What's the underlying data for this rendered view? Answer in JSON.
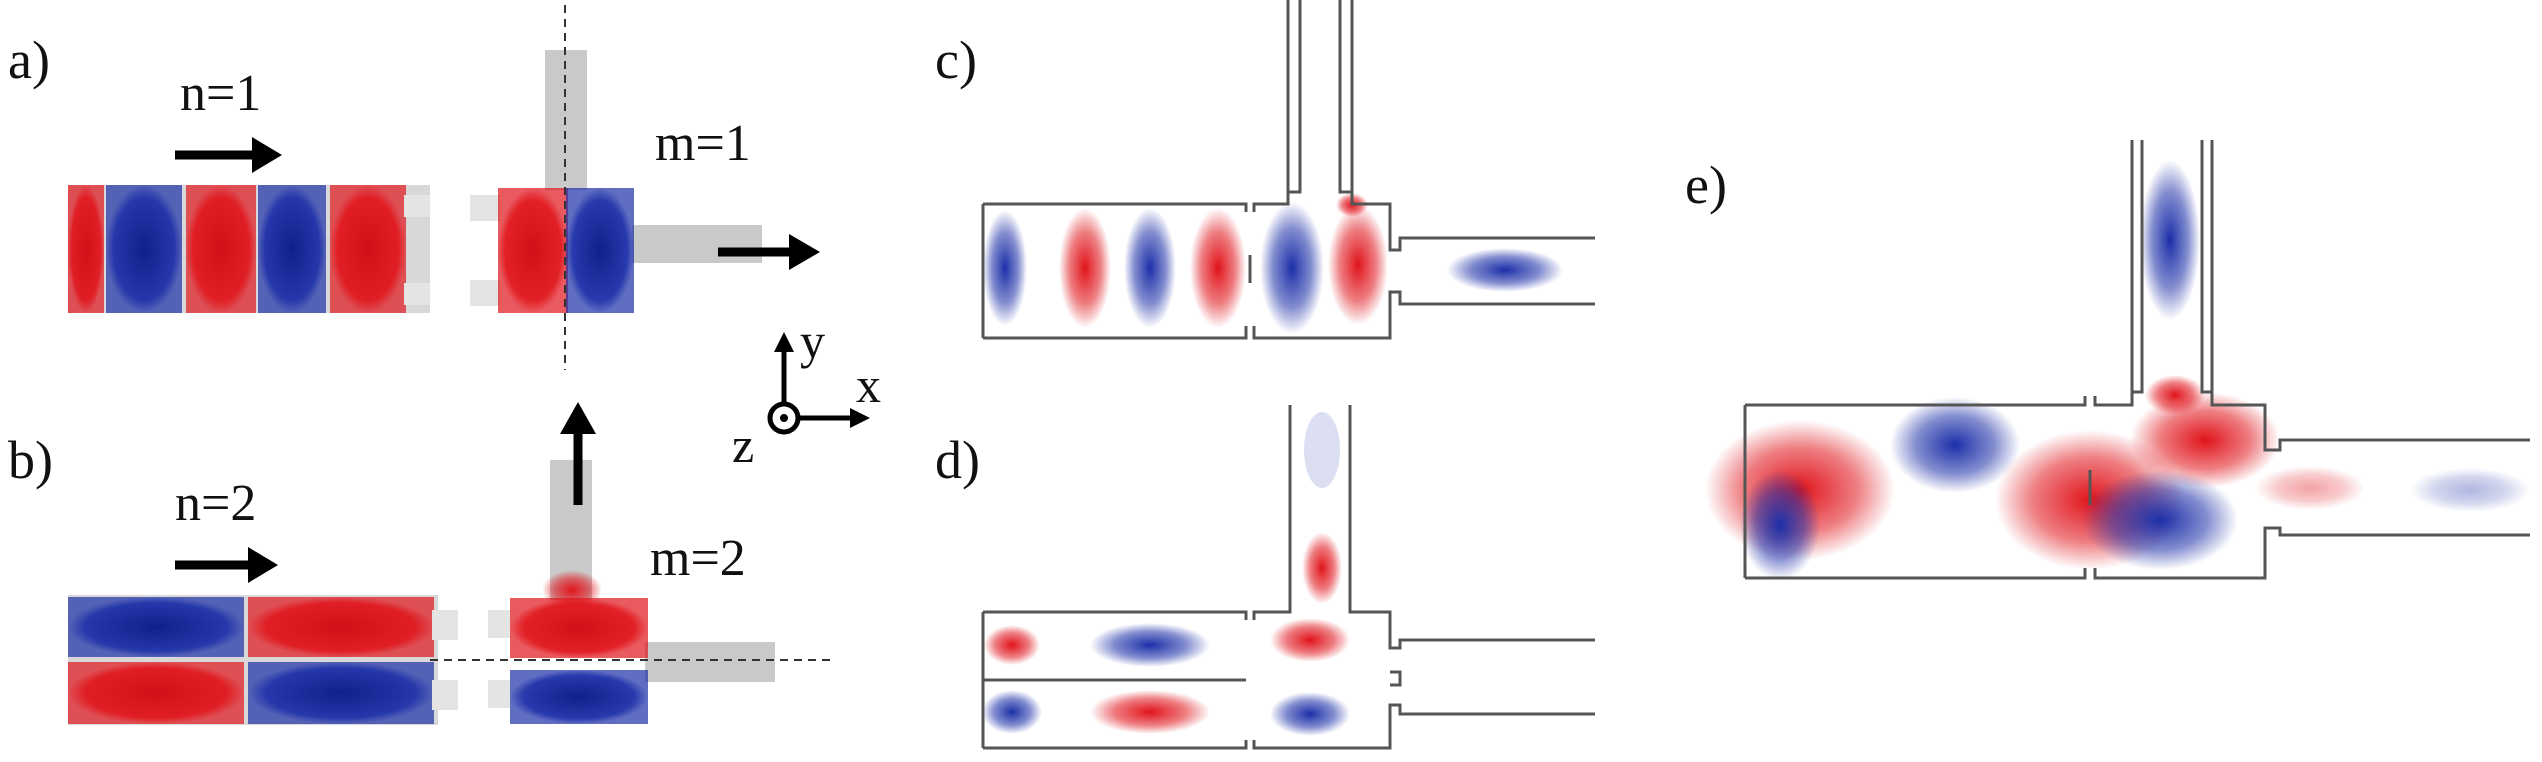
{
  "panels": {
    "a": {
      "label": "a)",
      "mode_in": "n=1",
      "mode_out": "m=1"
    },
    "b": {
      "label": "b)",
      "mode_in": "n=2",
      "mode_out": "m=2"
    },
    "c": {
      "label": "c)"
    },
    "d": {
      "label": "d)"
    },
    "e": {
      "label": "e)"
    }
  },
  "axes": {
    "x": "x",
    "y": "y",
    "z": "z"
  },
  "colors": {
    "positive_field": "#e0141b",
    "negative_field": "#1c2fa8",
    "waveguide_gray": "#c9c9c9",
    "outline": "#555555",
    "arrow": "#000000"
  }
}
